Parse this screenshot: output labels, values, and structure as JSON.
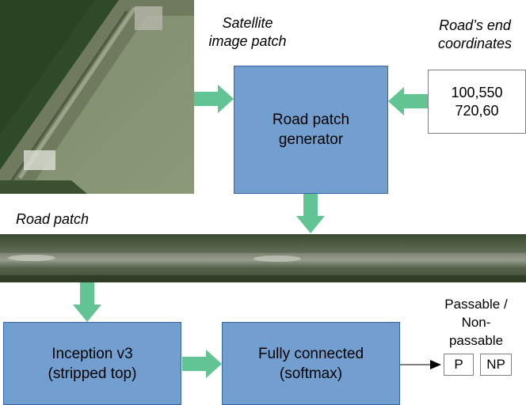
{
  "satellite_label": [
    "Satellite",
    "image patch"
  ],
  "coords_label": [
    "Road’s end",
    "coordinates"
  ],
  "coords": [
    "100,550",
    "720,60"
  ],
  "generator": [
    "Road patch",
    "generator"
  ],
  "road_patch_label": "Road patch",
  "inception": [
    "Inception v3",
    "(stripped top)"
  ],
  "fc": [
    "Fully connected",
    "(softmax)"
  ],
  "output_label": [
    "Passable /",
    "Non-",
    "passable"
  ],
  "outputs": [
    "P",
    "NP"
  ],
  "colors": {
    "box_fill": "#729fcf",
    "box_border": "#3465a4",
    "arrow": "#62c493"
  }
}
